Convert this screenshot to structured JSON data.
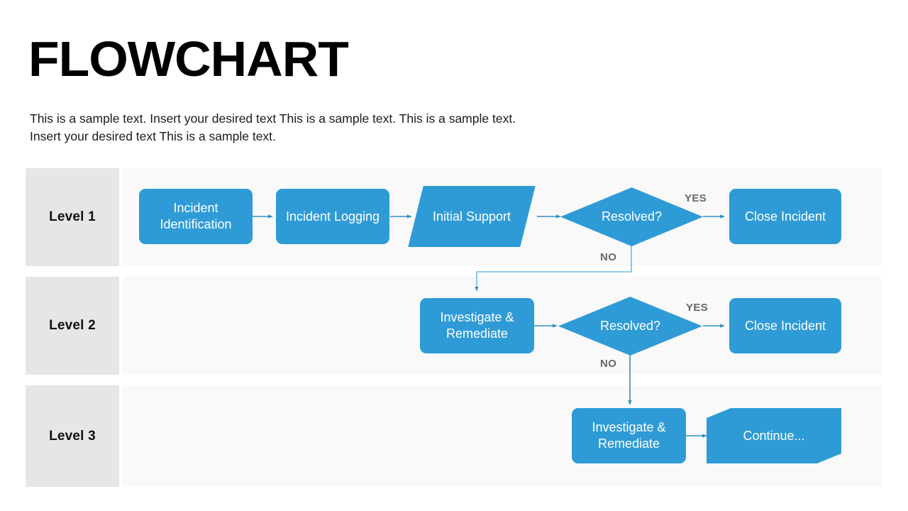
{
  "header": {
    "title": "FLOWCHART",
    "subtitle": "This is a sample text. Insert your desired text This is a sample text. This is a sample text. Insert your desired text This is a sample text."
  },
  "theme": {
    "shape_blue": "#2e9bd6",
    "connector_blue": "#2e8fc0",
    "lane_label_bg": "#e6e6e6",
    "lane_body_bg": "#f9f9f9",
    "edge_label_gray": "#676767",
    "title_black": "#000000"
  },
  "lanes": [
    {
      "label": "Level 1"
    },
    {
      "label": "Level 2"
    },
    {
      "label": "Level 3"
    }
  ],
  "nodes": {
    "l1_incident_identification": {
      "label": "Incident Identification",
      "shape": "rounded-rectangle",
      "lane": "Level 1"
    },
    "l1_incident_logging": {
      "label": "Incident Logging",
      "shape": "rounded-rectangle",
      "lane": "Level 1"
    },
    "l1_initial_support": {
      "label": "Initial Support",
      "shape": "parallelogram",
      "lane": "Level 1"
    },
    "l1_resolved": {
      "label": "Resolved?",
      "shape": "diamond",
      "lane": "Level 1"
    },
    "l1_close_incident": {
      "label": "Close Incident",
      "shape": "rounded-rectangle",
      "lane": "Level 1"
    },
    "l2_investigate_remediate": {
      "label": "Investigate & Remediate",
      "shape": "rounded-rectangle",
      "lane": "Level 2"
    },
    "l2_resolved": {
      "label": "Resolved?",
      "shape": "diamond",
      "lane": "Level 2"
    },
    "l2_close_incident": {
      "label": "Close Incident",
      "shape": "rounded-rectangle",
      "lane": "Level 2"
    },
    "l3_investigate_remediate": {
      "label": "Investigate & Remediate",
      "shape": "rounded-rectangle",
      "lane": "Level 3"
    },
    "l3_continue": {
      "label": "Continue...",
      "shape": "banner",
      "lane": "Level 3"
    }
  },
  "edge_labels": {
    "l1_yes": "YES",
    "l1_no": "NO",
    "l2_yes": "YES",
    "l2_no": "NO"
  }
}
